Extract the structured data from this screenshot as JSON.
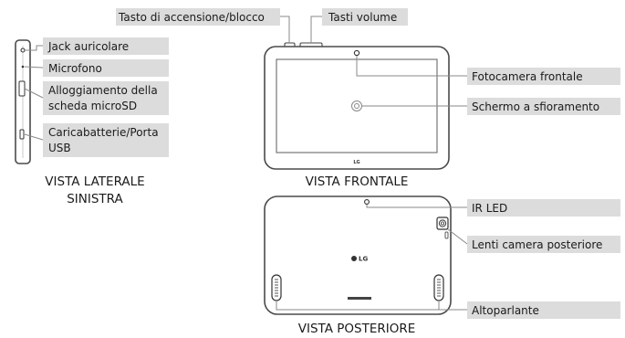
{
  "labels": {
    "power_button": "Tasto di accensione/blocco",
    "volume_keys": "Tasti volume",
    "headphone_jack": "Jack auricolare",
    "microphone": "Microfono",
    "microsd_slot_1": "Alloggiamento della",
    "microsd_slot_2": "scheda microSD",
    "charger_port_1": "Caricabatterie/Porta",
    "charger_port_2": "USB",
    "front_camera": "Fotocamera frontale",
    "touch_screen": "Schermo a sfioramento",
    "ir_led": "IR LED",
    "rear_camera_lens": "Lenti camera posteriore",
    "speaker": "Altoparlante"
  },
  "captions": {
    "left_side_1": "VISTA LATERALE",
    "left_side_2": "SINISTRA",
    "front": "VISTA FRONTALE",
    "rear": "VISTA POSTERIORE"
  },
  "device_marks": {
    "front_logo": "LG",
    "rear_logo": "LG"
  }
}
